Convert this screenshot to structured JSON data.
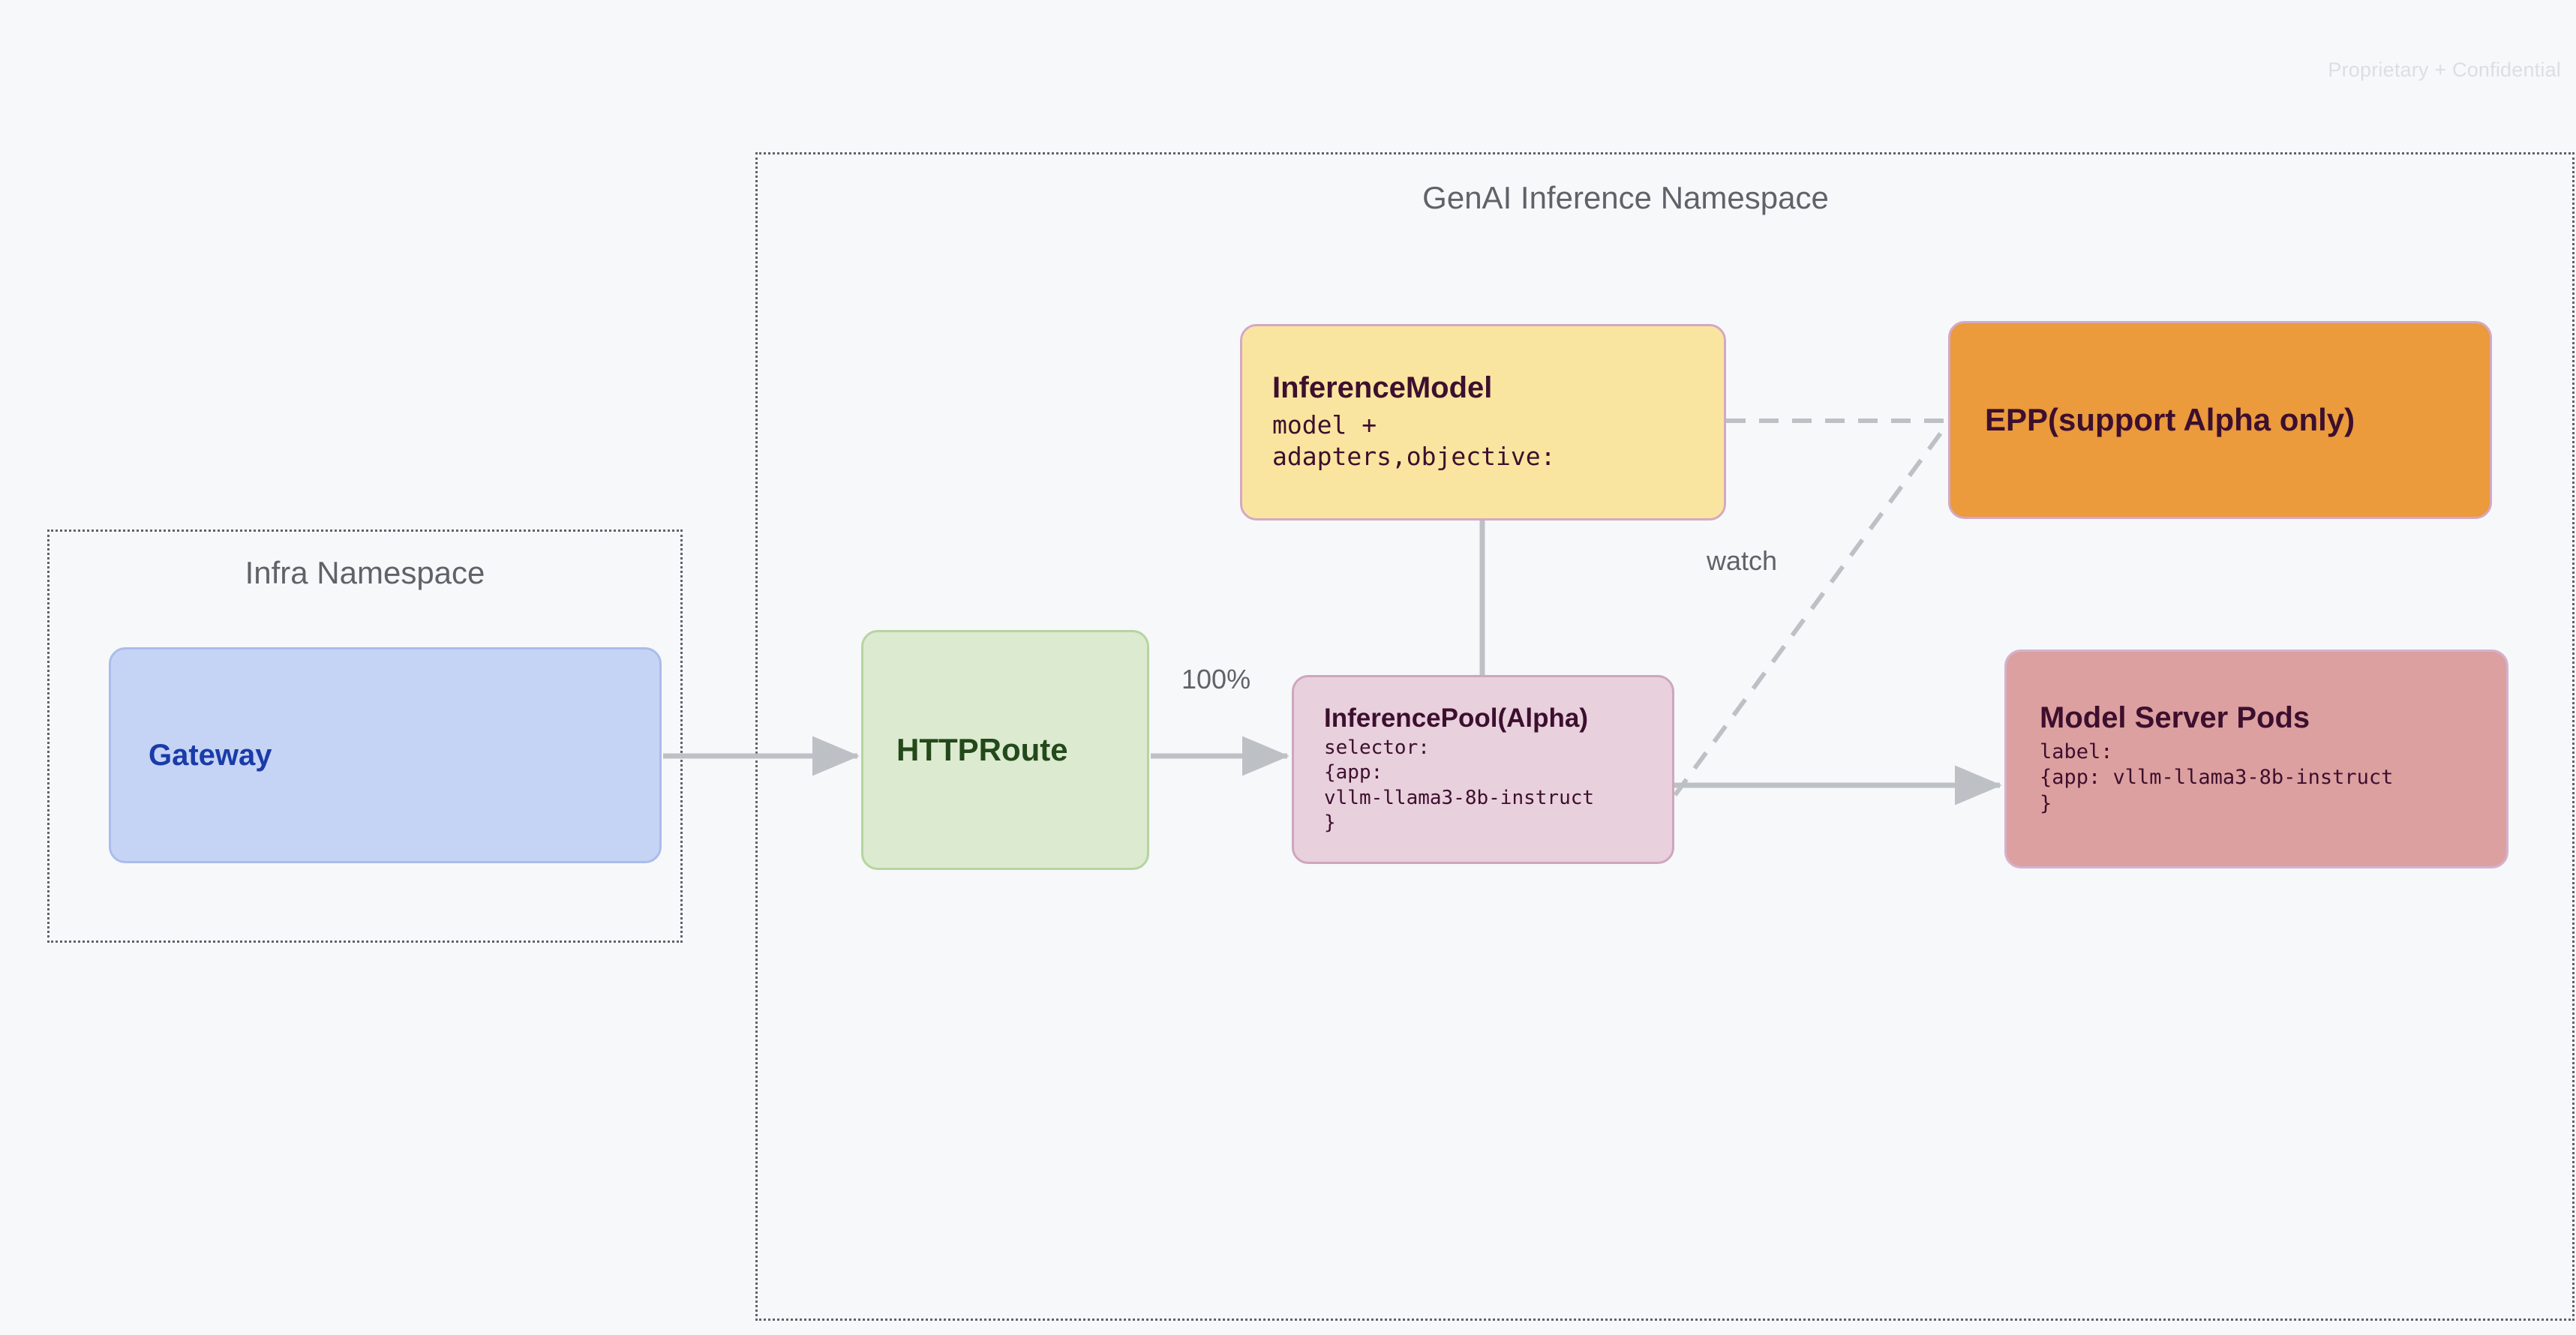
{
  "page": {
    "watermark": "Proprietary + Confidential",
    "background_color": "#f7f8fa"
  },
  "namespaces": [
    {
      "id": "infra",
      "title": "Infra Namespace",
      "border_style": "dotted",
      "border_color": "#5f6368"
    },
    {
      "id": "genai",
      "title": "GenAI Inference Namespace",
      "border_style": "dotted",
      "border_color": "#5f6368"
    }
  ],
  "nodes": {
    "gateway": {
      "title": "Gateway",
      "fill": "#c5d4f5",
      "border": "#aabcea",
      "text_color": "#1a3ba8"
    },
    "httproute": {
      "title": "HTTPRoute",
      "fill": "#dcead0",
      "border": "#b6d4a0",
      "text_color": "#23491a"
    },
    "inferencemodel": {
      "title": "InferenceModel",
      "body": "model +\nadapters,objective:",
      "fill": "#fae5a0",
      "border": "#d4a8c4",
      "text_color": "#3d0f2e"
    },
    "inferencepool": {
      "title": "InferencePool(Alpha)",
      "body": "selector:\n{app:\nvllm-llama3-8b-instruct\n}",
      "fill": "#e8d0dd",
      "border": "#cfa6bf",
      "text_color": "#3d0f2e"
    },
    "epp": {
      "title": "EPP(support Alpha only)",
      "fill": "#eb9a3c",
      "border": "#d4a8c4",
      "text_color": "#3d0f2e"
    },
    "modelserverpods": {
      "title": "Model Server Pods",
      "body": "label:\n{app: vllm-llama3-8b-instruct\n}",
      "fill": "#dda0a0",
      "border": "#d4b2ce",
      "text_color": "#3d0f2e"
    }
  },
  "edges": {
    "gateway_to_httproute": {
      "label": "",
      "style": "solid",
      "arrow": true
    },
    "httproute_to_inferencepool": {
      "label": "100%",
      "style": "solid",
      "arrow": true
    },
    "inferencemodel_to_inferencepool": {
      "label": "",
      "style": "solid",
      "arrow": false
    },
    "inferencemodel_to_epp": {
      "label": "",
      "style": "dashed",
      "arrow": false
    },
    "inferencepool_to_epp": {
      "label": "watch",
      "style": "dashed",
      "arrow": false
    },
    "inferencepool_to_modelserverpods": {
      "label": "",
      "style": "solid",
      "arrow": true
    }
  },
  "edge_color": "#bdc1c6"
}
